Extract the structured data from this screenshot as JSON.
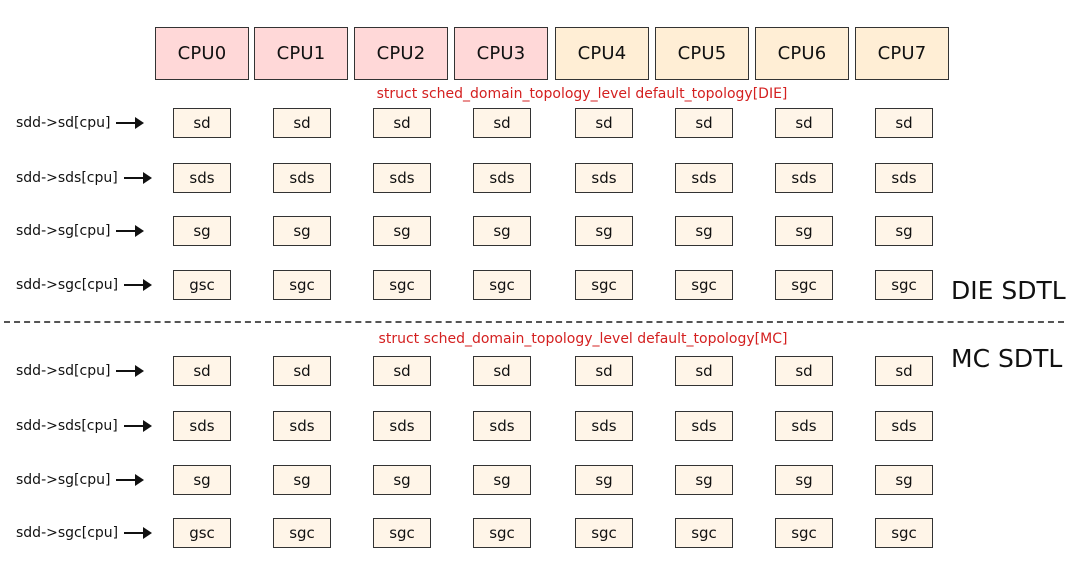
{
  "cpus": [
    {
      "label": "CPU0",
      "color": "#ffd8d8"
    },
    {
      "label": "CPU1",
      "color": "#ffd8d8"
    },
    {
      "label": "CPU2",
      "color": "#ffd8d8"
    },
    {
      "label": "CPU3",
      "color": "#ffd8d8"
    },
    {
      "label": "CPU4",
      "color": "#ffeed5"
    },
    {
      "label": "CPU5",
      "color": "#ffeed5"
    },
    {
      "label": "CPU6",
      "color": "#ffeed5"
    },
    {
      "label": "CPU7",
      "color": "#ffeed5"
    }
  ],
  "sections": [
    {
      "caption": "struct sched_domain_topology_level default_topology[DIE]",
      "sdtl_label": "DIE SDTL",
      "rows": [
        {
          "label": "sdd->sd[cpu]",
          "cells": [
            "sd",
            "sd",
            "sd",
            "sd",
            "sd",
            "sd",
            "sd",
            "sd"
          ]
        },
        {
          "label": "sdd->sds[cpu]",
          "cells": [
            "sds",
            "sds",
            "sds",
            "sds",
            "sds",
            "sds",
            "sds",
            "sds"
          ]
        },
        {
          "label": "sdd->sg[cpu]",
          "cells": [
            "sg",
            "sg",
            "sg",
            "sg",
            "sg",
            "sg",
            "sg",
            "sg"
          ]
        },
        {
          "label": "sdd->sgc[cpu]",
          "cells": [
            "gsc",
            "sgc",
            "sgc",
            "sgc",
            "sgc",
            "sgc",
            "sgc",
            "sgc"
          ]
        }
      ]
    },
    {
      "caption": "struct sched_domain_topology_level default_topology[MC]",
      "sdtl_label": "MC SDTL",
      "rows": [
        {
          "label": "sdd->sd[cpu]",
          "cells": [
            "sd",
            "sd",
            "sd",
            "sd",
            "sd",
            "sd",
            "sd",
            "sd"
          ]
        },
        {
          "label": "sdd->sds[cpu]",
          "cells": [
            "sds",
            "sds",
            "sds",
            "sds",
            "sds",
            "sds",
            "sds",
            "sds"
          ]
        },
        {
          "label": "sdd->sg[cpu]",
          "cells": [
            "sg",
            "sg",
            "sg",
            "sg",
            "sg",
            "sg",
            "sg",
            "sg"
          ]
        },
        {
          "label": "sdd->sgc[cpu]",
          "cells": [
            "gsc",
            "sgc",
            "sgc",
            "sgc",
            "sgc",
            "sgc",
            "sgc",
            "sgc"
          ]
        }
      ]
    }
  ],
  "colors": {
    "cpu_group_a": "#ffd8d8",
    "cpu_group_b": "#ffeed5",
    "cell_fill": "#fff5e8",
    "caption_text": "#d42020"
  }
}
